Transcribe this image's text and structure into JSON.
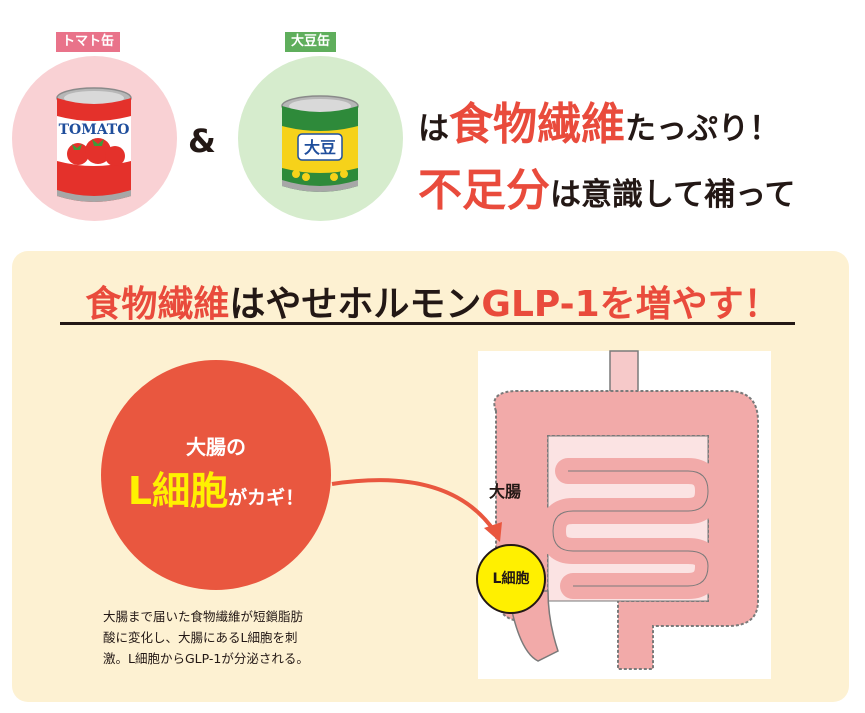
{
  "badges": {
    "tomato": "トマト缶",
    "soy": "大豆缶"
  },
  "cans": {
    "tomato_label": "TOMATO",
    "soy_label": "大豆"
  },
  "ampersand": "&",
  "headline": {
    "line1_prefix": "は",
    "line1_red": "食物繊維",
    "line1_suffix": "たっぷり！",
    "line2_red": "不足分",
    "line2_suffix": "は意識して補って"
  },
  "section": {
    "title_red1": "食物繊維",
    "title_dark": "はやせホルモン",
    "title_red2": "GLP-1を増やす！"
  },
  "circle": {
    "line1": "大腸の",
    "highlight": "L細胞",
    "suffix": "がカギ！"
  },
  "description": [
    "大腸まで届いた食物繊維が短鎖脂肪",
    "酸に変化し、大腸にあるL細胞を刺",
    "激。L細胞からGLP-1が分泌される。"
  ],
  "diagram": {
    "colon_label": "大腸",
    "cell_label": "L細胞"
  },
  "colors": {
    "accent_red": "#e94b3c",
    "cell_yellow": "#fff000",
    "panel_bg": "#fdf1d2"
  }
}
